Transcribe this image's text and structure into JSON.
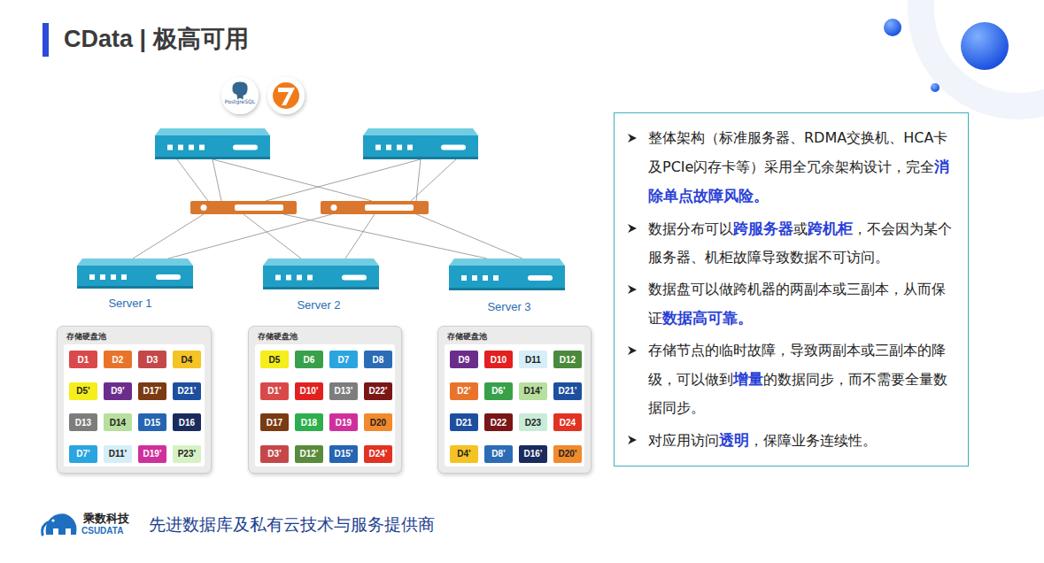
{
  "diagram": {
    "title": "CData | 极高可用",
    "nodes": [
      {
        "text": [
          "存储硬盘池"
        ]
      },
      {
        "text": [
          "D1"
        ],
        "in": 0
      },
      {
        "text": [
          "D2"
        ],
        "in": 0
      },
      {
        "text": [
          "D3"
        ],
        "in": 0
      },
      {
        "text": [
          "D4"
        ],
        "in": 0
      },
      {
        "text": [
          "D5’"
        ],
        "in": 0
      },
      {
        "text": [
          "D9’"
        ],
        "in": 0
      },
      {
        "text": [
          "D17’"
        ],
        "in": 0
      },
      {
        "text": [
          "D21’"
        ],
        "in": 0
      },
      {
        "text": [
          "D13"
        ],
        "in": 0
      },
      {
        "text": [
          "D14"
        ],
        "in": 0
      },
      {
        "text": [
          "D15"
        ],
        "in": 0
      },
      {
        "text": [
          "D16"
        ],
        "in": 0
      },
      {
        "text": [
          "D7’"
        ],
        "in": 0
      },
      {
        "text": [
          "D11’"
        ],
        "in": 0
      },
      {
        "text": [
          "D19’"
        ],
        "in": 0
      },
      {
        "text": [
          "P23’"
        ],
        "in": 0
      },
      {
        "text": [
          "存储硬盘池"
        ]
      },
      {
        "text": [
          "D5"
        ],
        "in": 17
      },
      {
        "text": [
          "D6"
        ],
        "in": 17
      },
      {
        "text": [
          "D7"
        ],
        "in": 17
      },
      {
        "text": [
          "D8"
        ],
        "in": 17
      },
      {
        "text": [
          "D1’"
        ],
        "in": 17
      },
      {
        "text": [
          "D10’"
        ],
        "in": 17
      },
      {
        "text": [
          "D13’"
        ],
        "in": 17
      },
      {
        "text": [
          "D22’"
        ],
        "in": 17
      },
      {
        "text": [
          "D17"
        ],
        "in": 17
      },
      {
        "text": [
          "D18"
        ],
        "in": 17
      },
      {
        "text": [
          "D19"
        ],
        "in": 17
      },
      {
        "text": [
          "D20"
        ],
        "in": 17
      },
      {
        "text": [
          "D3’"
        ],
        "in": 17
      },
      {
        "text": [
          "D12’"
        ],
        "in": 17
      },
      {
        "text": [
          "D15’"
        ],
        "in": 17
      },
      {
        "text": [
          "D24’"
        ],
        "in": 17
      },
      {
        "text": [
          "存储硬盘池"
        ]
      },
      {
        "text": [
          "D9"
        ],
        "in": 34
      },
      {
        "text": [
          "D10"
        ],
        "in": 34
      },
      {
        "text": [
          "D11"
        ],
        "in": 34
      },
      {
        "text": [
          "D12"
        ],
        "in": 34
      },
      {
        "text": [
          "D2’"
        ],
        "in": 34
      },
      {
        "text": [
          "D6’"
        ],
        "in": 34
      },
      {
        "text": [
          "D14’"
        ],
        "in": 34
      },
      {
        "text": [
          "D21’"
        ],
        "in": 34
      },
      {
        "text": [
          "D21"
        ],
        "in": 34
      },
      {
        "text": [
          "D22"
        ],
        "in": 34
      },
      {
        "text": [
          "D23"
        ],
        "in": 34
      },
      {
        "text": [
          "D24"
        ],
        "in": 34
      },
      {
        "text": [
          "D4’"
        ],
        "in": 34
      },
      {
        "text": [
          "D8’"
        ],
        "in": 34
      },
      {
        "text": [
          "D16’"
        ],
        "in": 34
      },
      {
        "text": [
          "D20’"
        ],
        "in": 34
      },
      {
        "text": [
          "整体架构（标准服务器、RDMA交换机、HCA卡及PCIe闪存卡等）采用全冗余架构设计，完全",
          "消除单点故障风险。",
          "数据分布可以",
          "跨服务器",
          "或",
          "跨机柜",
          "，不会因为某个服务器、机柜故障导致数据不可访问。",
          "数据盘可以做跨机器的两副本或三副本，从而保证",
          "数据高可靠。",
          "存储节点的临时故障，导致两副本或三副本的降级，可以做到",
          "增量",
          "的数据同步，而不需要全量数据同步。",
          "对应用访问",
          "透明",
          "，保障业务连续性。"
        ]
      }
    ],
    "labels": [
      "PostgreSQL",
      "Server 1",
      "Server 2",
      "Server 3",
      "乘数科技",
      "CSUDATA",
      "先进数据库及私有云技术与服务提供商"
    ]
  }
}
